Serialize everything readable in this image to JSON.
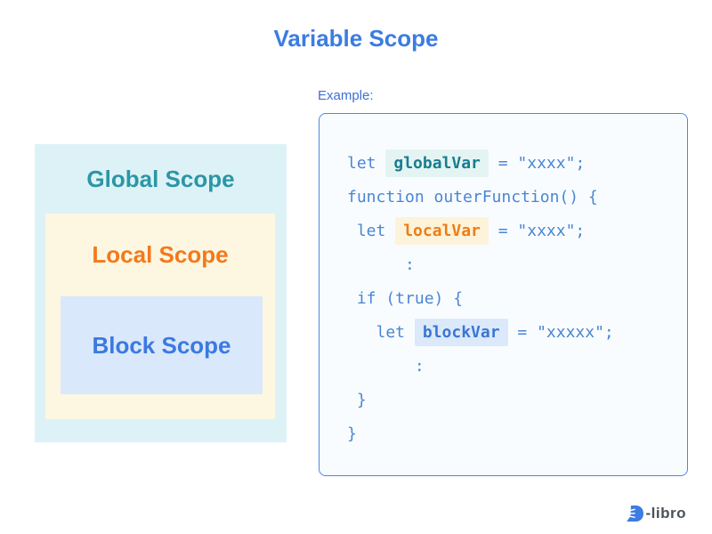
{
  "title": "Variable Scope",
  "diagram": {
    "global": {
      "label": "Global Scope",
      "text_color": "#2b96a6",
      "bg_color": "#ddf2f6"
    },
    "local": {
      "label": "Local Scope",
      "text_color": "#f4791c",
      "bg_color": "#fdf7e1"
    },
    "block": {
      "label": "Block Scope",
      "text_color": "#3b79e1",
      "bg_color": "#d9e8fb"
    }
  },
  "example": {
    "label": "Example:",
    "code": {
      "lines": [
        {
          "pre": "let ",
          "var": "globalVar",
          "var_scope": "global",
          "post": " = \"xxxx\";"
        },
        {
          "text": "function outerFunction() {"
        },
        {
          "pre": " let ",
          "var": "localVar",
          "var_scope": "local",
          "post": " = \"xxxx\";"
        },
        {
          "text": "      :"
        },
        {
          "text": " if (true) {"
        },
        {
          "pre": "   let ",
          "var": "blockVar",
          "var_scope": "block",
          "post": " = \"xxxxx\";"
        },
        {
          "text": "       :"
        },
        {
          "text": " }"
        },
        {
          "text": "}"
        }
      ],
      "text_color": "#4a86d2",
      "border_color": "#4d86e8"
    }
  },
  "logo": {
    "text": "-libro",
    "mark_color": "#3d7ce2"
  },
  "colors": {
    "title_blue": "#3b7ce2",
    "background": "#ffffff"
  }
}
